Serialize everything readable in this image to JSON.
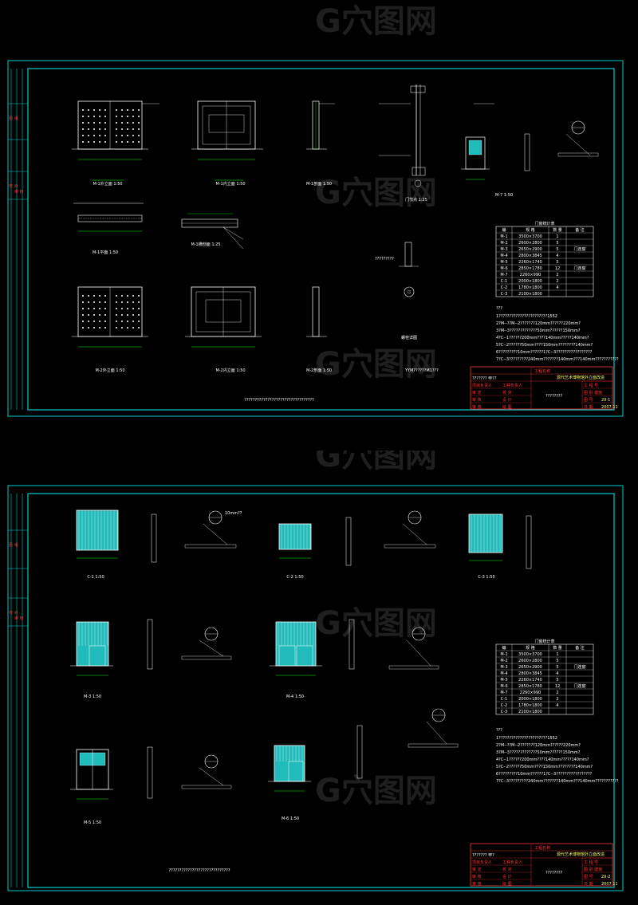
{
  "sheet1": {
    "views": [
      {
        "caption": "M-1外立面 1:50"
      },
      {
        "caption": "M-1内立面 1:50"
      },
      {
        "caption": "M-1剖面 1:50"
      },
      {
        "caption": "门节点 1:25"
      },
      {
        "caption": "M-1平面 1:50"
      },
      {
        "caption": "M-1横剖面 1:25"
      },
      {
        "caption": "M-2外立面 1:50"
      },
      {
        "caption": "M-2内立面 1:50"
      },
      {
        "caption": "M-2剖面 1:50"
      },
      {
        "caption": "螺栓详图"
      },
      {
        "caption": "M-7 1:50"
      }
    ],
    "center_note": "?????????????????????????????????",
    "stamp_text": "YYM??????M1???",
    "small_note": "?????????",
    "dim_label": "????",
    "table": {
      "title": "门窗统计表",
      "headers": [
        "编",
        "规 格",
        "数 量",
        "备 注"
      ],
      "rows": [
        [
          "M-1",
          "3500×3700",
          "1",
          ""
        ],
        [
          "M-2",
          "2600×2800",
          "5",
          ""
        ],
        [
          "M-3",
          "2650×2900",
          "5",
          "门连窗"
        ],
        [
          "M-4",
          "2800×3845",
          "4",
          ""
        ],
        [
          "M-5",
          "2260×1740",
          "5",
          ""
        ],
        [
          "M-6",
          "2850×1780",
          "12",
          "门连窗"
        ],
        [
          "M-7",
          "2260×990",
          "2",
          ""
        ],
        [
          "C-1",
          "2000×1800",
          "2",
          ""
        ],
        [
          "C-2",
          "1780×1800",
          "4",
          ""
        ],
        [
          "C-3",
          "2100×1800",
          "",
          ""
        ]
      ]
    },
    "notes": {
      "title": "???",
      "lines": [
        "1???????????????????????1552",
        "2?M--??M--2???????120mm??????220mm?",
        "3?M--3?????????????50mm??????150mm?",
        "4?C--1??????200mm????140mm?????140mm?",
        "5?C--2??????50mm????150mm????????140mm?",
        "6?????????10mm??????1?C--3?????????????????",
        "7?C--3?????????240mm???????140mm???140mm???????????"
      ]
    },
    "title_block": {
      "project_label": "工程名称",
      "project_name": "源代艺术博物馆外立面改造",
      "design_unit": "????????",
      "stamp": "??????? 甲??",
      "rows": [
        [
          "项目负责人",
          "工种负责人"
        ],
        [
          "审 定",
          "校 对"
        ],
        [
          "审 核",
          "设 计"
        ],
        [
          "审 核",
          "绘 图"
        ]
      ],
      "right_labels": [
        "工 程 号",
        "图 别 建施",
        "图 号",
        "日 期"
      ],
      "right_values": [
        "",
        "",
        "29-1",
        "2007.11"
      ]
    },
    "left_strip": [
      "图",
      "纸",
      "目",
      "录",
      "校 对",
      "审 核"
    ]
  },
  "sheet2": {
    "views": [
      {
        "caption": "C-1 1:50"
      },
      {
        "caption": "C-2 1:50"
      },
      {
        "caption": "C-3 1:50"
      },
      {
        "caption": "M-3 1:50"
      },
      {
        "caption": "M-4 1:50"
      },
      {
        "caption": "M-5 1:50"
      },
      {
        "caption": "M-6 1:50"
      }
    ],
    "center_note": "?????????????????????????????",
    "small_note": "10mm??",
    "table": {
      "title": "门窗统计表",
      "headers": [
        "编",
        "规 格",
        "数 量",
        "备 注"
      ],
      "rows": [
        [
          "M-1",
          "3500×3700",
          "1",
          ""
        ],
        [
          "M-2",
          "2600×2800",
          "5",
          ""
        ],
        [
          "M-3",
          "2650×2900",
          "5",
          "门连窗"
        ],
        [
          "M-4",
          "2800×3845",
          "4",
          ""
        ],
        [
          "M-5",
          "2260×1740",
          "5",
          ""
        ],
        [
          "M-6",
          "2850×1780",
          "12",
          "门连窗"
        ],
        [
          "M-7",
          "2260×990",
          "2",
          ""
        ],
        [
          "C-1",
          "2000×1800",
          "2",
          ""
        ],
        [
          "C-2",
          "1780×1800",
          "4",
          ""
        ],
        [
          "C-3",
          "2100×1800",
          "",
          ""
        ]
      ]
    },
    "notes": {
      "title": "???",
      "lines": [
        "1???????????????????????1552",
        "2?M--??M--2???????120mm??????220mm?",
        "3?M--3?????????????50mm??????150mm?",
        "4?C--1??????200mm????140mm?????140mm?",
        "5?C--2??????50mm????150mm????????140mm?",
        "6?????????10mm??????1?C--3?????????????????",
        "7?C--3?????????240mm???????140mm???140mm???????????"
      ]
    },
    "title_block": {
      "project_label": "工程名称",
      "project_name": "源代艺术博物馆外立面改造",
      "design_unit": "????????",
      "stamp": "??????? 甲?",
      "rows": [
        [
          "项目负责人",
          "工种负责人"
        ],
        [
          "审 定",
          "校 对"
        ],
        [
          "审 核",
          "设 计"
        ],
        [
          "审 核",
          "绘 图"
        ]
      ],
      "right_labels": [
        "工 程 号",
        "图 别 建施",
        "图 号",
        "日 期"
      ],
      "right_values": [
        "",
        "",
        "29-2",
        "2007.11"
      ]
    },
    "left_strip": [
      "图",
      "纸",
      "目",
      "录",
      "校 对",
      "审 核"
    ]
  },
  "watermark": "G穴图网",
  "colors": {
    "frame": "#00cccc",
    "line": "#00ff00",
    "white": "#ffffff",
    "red": "#ff3333",
    "yellow": "#ffff66",
    "cyan_fill": "#22bbbb"
  }
}
